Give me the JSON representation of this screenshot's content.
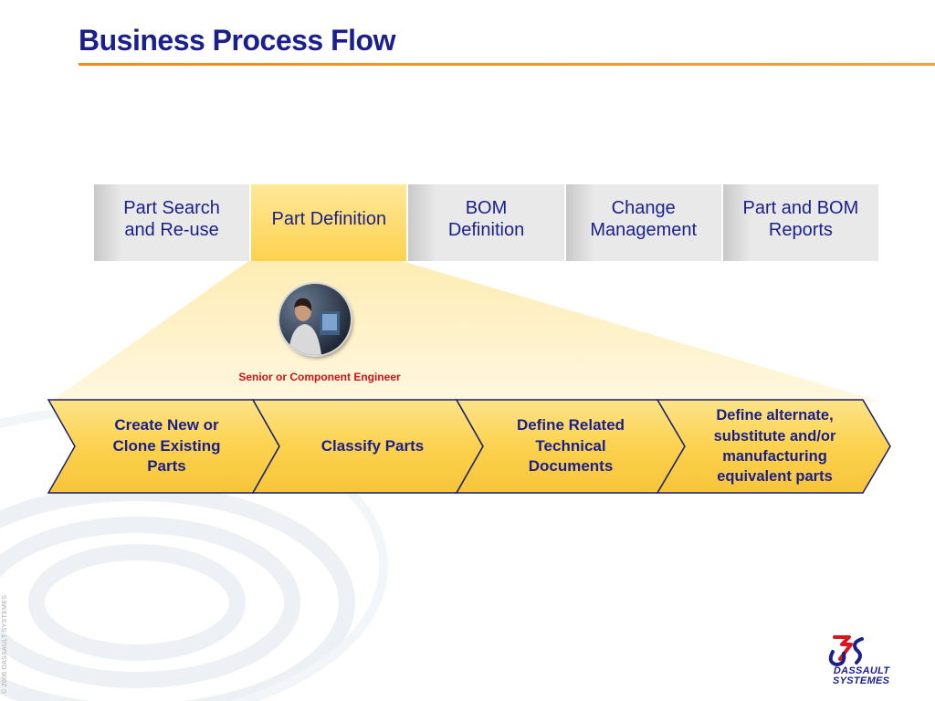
{
  "title": "Business Process Flow",
  "phases": [
    {
      "label": "Part Search\nand Re-use",
      "active": false
    },
    {
      "label": "Part Definition",
      "active": true
    },
    {
      "label": "BOM\nDefinition",
      "active": false
    },
    {
      "label": "Change\nManagement",
      "active": false
    },
    {
      "label": "Part and BOM\nReports",
      "active": false
    }
  ],
  "role": {
    "label": "Senior or Component Engineer",
    "icon": "engineer-photo"
  },
  "steps": [
    {
      "label": "Create New or\nClone Existing\nParts"
    },
    {
      "label": "Classify Parts"
    },
    {
      "label": "Define Related\nTechnical\nDocuments"
    },
    {
      "label": "Define alternate,\nsubstitute and/or\nmanufacturing\nequivalent parts"
    }
  ],
  "copyright": "© 2006 DASSAULT SYSTEMES",
  "logo": {
    "line1": "DASSAULT",
    "line2": "SYSTEMES",
    "icon": "3ds-logo"
  },
  "colors": {
    "title": "#1a1f8c",
    "accent_orange": "#f08a1d",
    "step_fill": "#fdd24e",
    "role_label": "#d0101a"
  }
}
